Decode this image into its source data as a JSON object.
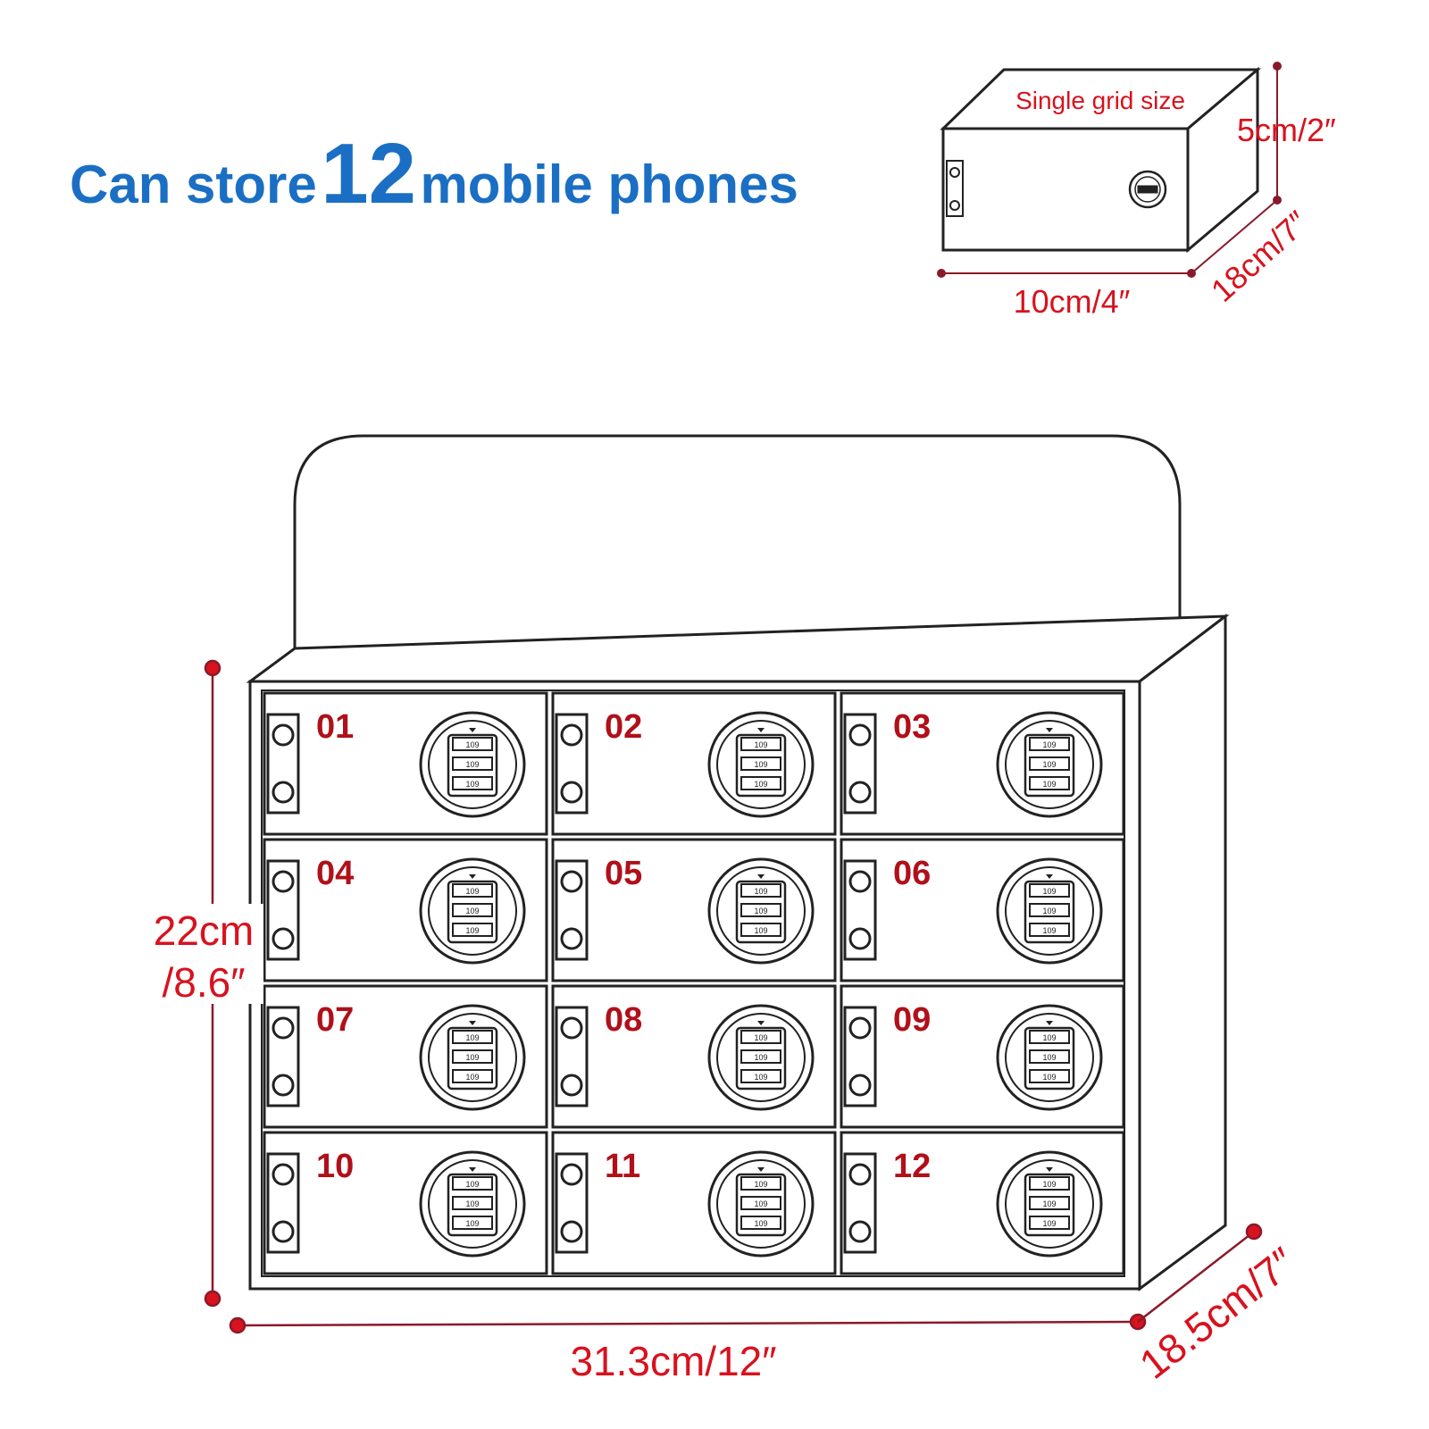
{
  "headline": {
    "prefix": "Can store",
    "count": "12",
    "suffix": "mobile phones"
  },
  "single_grid": {
    "label": "Single grid size",
    "height": "5cm/2″",
    "depth": "18cm/7″",
    "width": "10cm/4″"
  },
  "cabinet": {
    "height_line1": "22cm",
    "height_line2": "/8.6″",
    "width": "31.3cm/12″",
    "depth": "18.5cm/7″",
    "compartments": [
      "01",
      "02",
      "03",
      "04",
      "05",
      "06",
      "07",
      "08",
      "09",
      "10",
      "11",
      "12"
    ],
    "lock_code": "109"
  },
  "colors": {
    "headline": "#1a6fc4",
    "dimension": "#d8121e",
    "compartment_number": "#b0101a",
    "outline": "#222222",
    "dimension_line": "#8a1a2a"
  }
}
